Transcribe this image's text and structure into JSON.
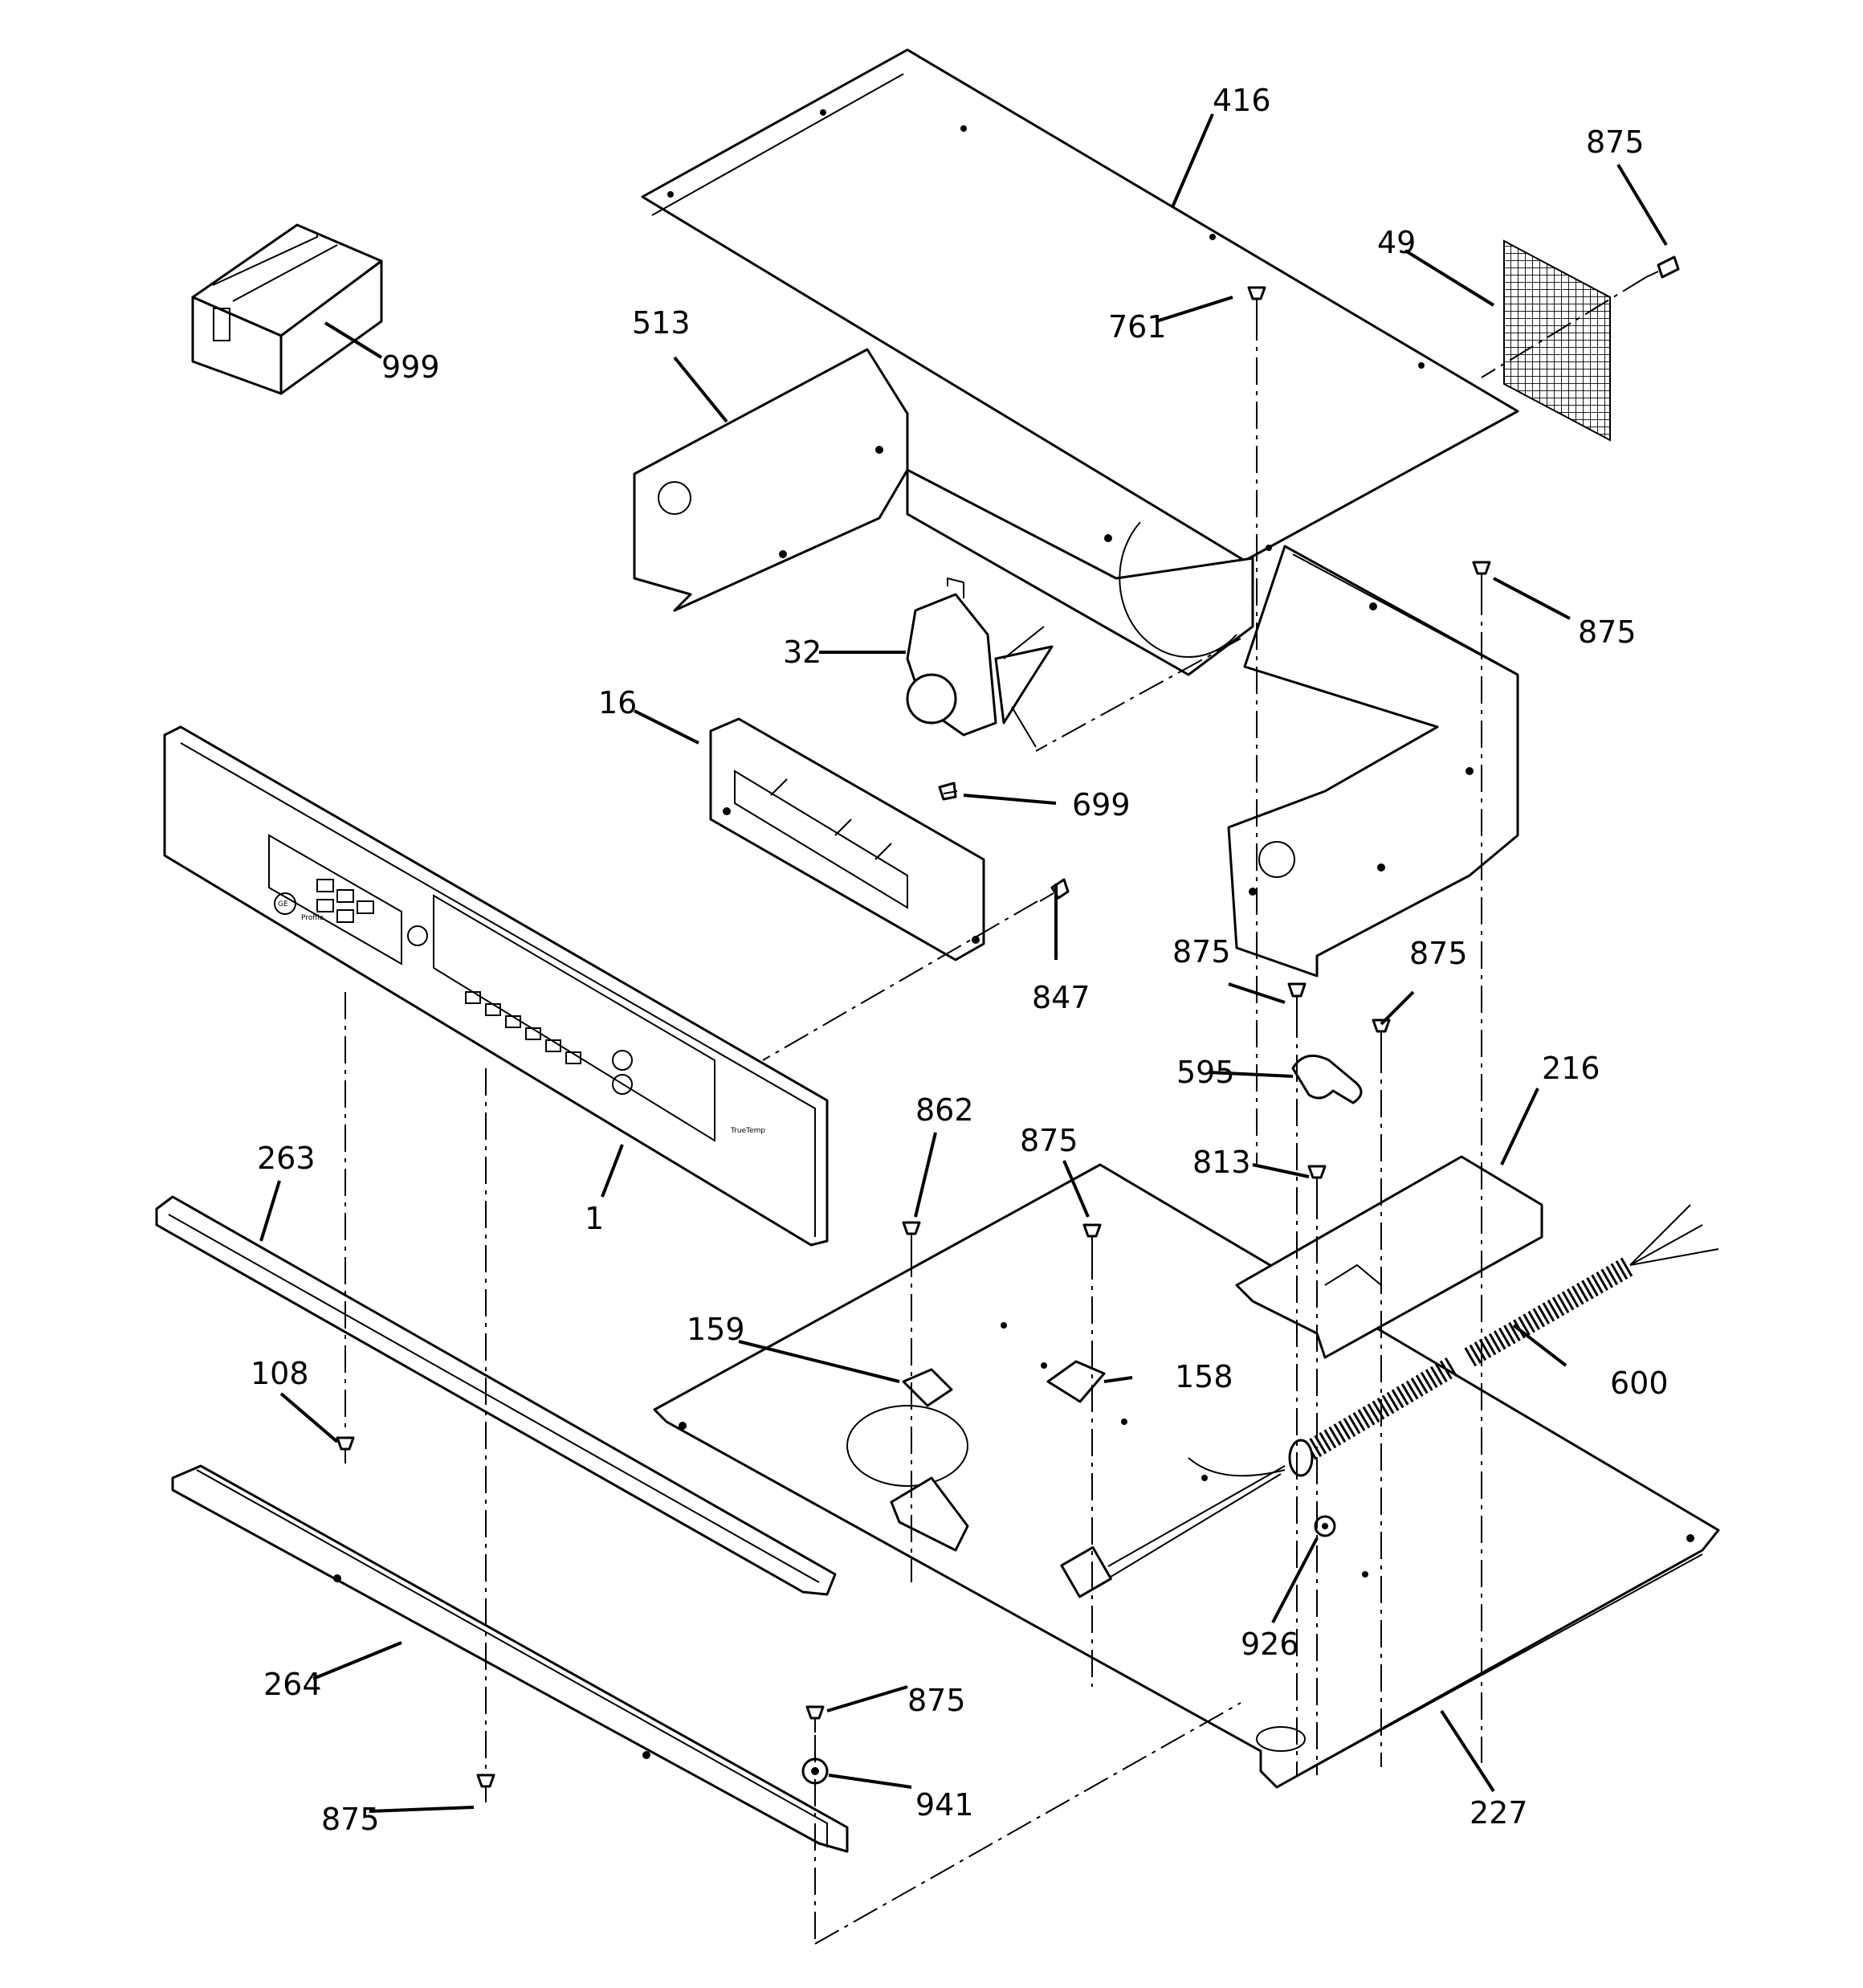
{
  "parts": [
    {
      "id": "p416",
      "label": "416"
    },
    {
      "id": "p875a",
      "label": "875"
    },
    {
      "id": "p49",
      "label": "49"
    },
    {
      "id": "p999",
      "label": "999"
    },
    {
      "id": "p513",
      "label": "513"
    },
    {
      "id": "p761",
      "label": "761"
    },
    {
      "id": "p875b",
      "label": "875"
    },
    {
      "id": "p32",
      "label": "32"
    },
    {
      "id": "p16",
      "label": "16"
    },
    {
      "id": "p699",
      "label": "699"
    },
    {
      "id": "p847",
      "label": "847"
    },
    {
      "id": "p875c",
      "label": "875"
    },
    {
      "id": "p875d",
      "label": "875"
    },
    {
      "id": "p595",
      "label": "595"
    },
    {
      "id": "p216",
      "label": "216"
    },
    {
      "id": "p862",
      "label": "862"
    },
    {
      "id": "p875e",
      "label": "875"
    },
    {
      "id": "p813",
      "label": "813"
    },
    {
      "id": "p263",
      "label": "263"
    },
    {
      "id": "p1",
      "label": "1"
    },
    {
      "id": "p159",
      "label": "159"
    },
    {
      "id": "p158",
      "label": "158"
    },
    {
      "id": "p600",
      "label": "600"
    },
    {
      "id": "p108",
      "label": "108"
    },
    {
      "id": "p926",
      "label": "926"
    },
    {
      "id": "p264",
      "label": "264"
    },
    {
      "id": "p875f",
      "label": "875"
    },
    {
      "id": "p941",
      "label": "941"
    },
    {
      "id": "p875g",
      "label": "875"
    },
    {
      "id": "p227",
      "label": "227"
    }
  ],
  "panel_branding": {
    "logo": "GE",
    "line": "Profile",
    "trademark": "TrueTemp"
  },
  "icons": {
    "screw": "screw-icon",
    "box": "carton-icon"
  }
}
